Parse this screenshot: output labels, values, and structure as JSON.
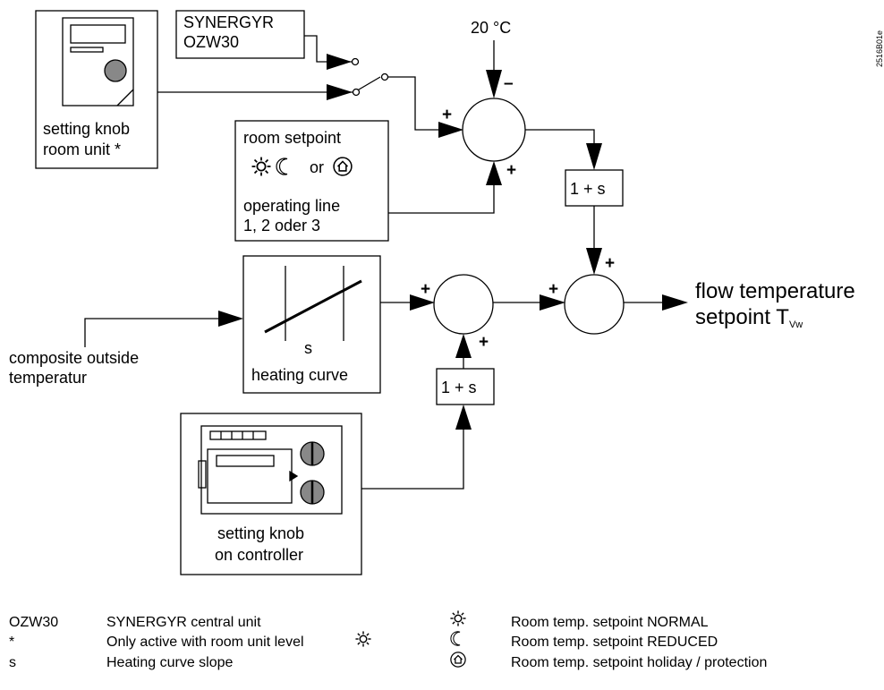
{
  "diagram": {
    "ozw_box": {
      "line1": "SYNERGYR",
      "line2": "OZW30"
    },
    "room_unit_box": {
      "line1": "setting knob",
      "line2": "room unit *"
    },
    "room_setpoint_box": {
      "line1": "room setpoint",
      "or_text": "or",
      "line3": "operating line",
      "line4": "1, 2 oder 3"
    },
    "temp_label": "20 °C",
    "heating_curve_box": {
      "slope_label": "s",
      "caption": "heating curve"
    },
    "outside_label": {
      "line1": "composite outside",
      "line2": "temperatur"
    },
    "controller_box": {
      "line1": "setting knob",
      "line2": "on controller"
    },
    "block_upper": "1 + s",
    "block_lower": "1 + s",
    "output_label": {
      "line1": "flow temperature",
      "line2": "setpoint T",
      "subscript": "Vw"
    },
    "signs": {
      "plus": "+",
      "minus": "–"
    },
    "corner_code": "2516B01e"
  },
  "legend": {
    "left": [
      {
        "key": "OZW30",
        "text": "SYNERGYR central unit"
      },
      {
        "key": "*",
        "text": "Only active with room unit level"
      },
      {
        "key": "s",
        "text": "Heating curve slope"
      }
    ],
    "right": [
      {
        "icon": "sun-icon",
        "text": "Room temp. setpoint NORMAL"
      },
      {
        "icon": "moon-icon",
        "text": "Room temp. setpoint REDUCED"
      },
      {
        "icon": "house-icon",
        "text": "Room temp. setpoint holiday / protection"
      }
    ]
  }
}
